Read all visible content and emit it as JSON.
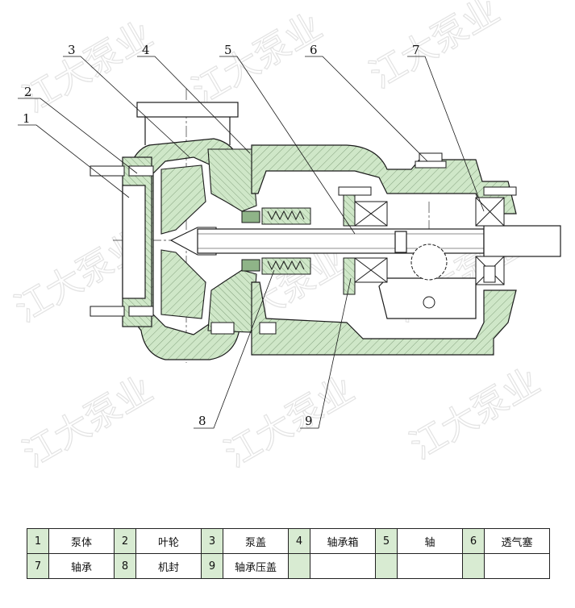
{
  "watermark": "江大泵业",
  "callouts": [
    "1",
    "2",
    "3",
    "4",
    "5",
    "6",
    "7",
    "8",
    "9"
  ],
  "parts_table": {
    "rows": [
      [
        {
          "no": "1",
          "name": "泵体"
        },
        {
          "no": "2",
          "name": "叶轮"
        },
        {
          "no": "3",
          "name": "泵盖"
        },
        {
          "no": "4",
          "name": "轴承箱"
        },
        {
          "no": "5",
          "name": "轴"
        },
        {
          "no": "6",
          "name": "透气塞"
        }
      ],
      [
        {
          "no": "7",
          "name": "轴承"
        },
        {
          "no": "8",
          "name": "机封"
        },
        {
          "no": "9",
          "name": "轴承压盖"
        },
        {
          "no": "",
          "name": ""
        },
        {
          "no": "",
          "name": ""
        },
        {
          "no": "",
          "name": ""
        }
      ]
    ]
  },
  "colors": {
    "section_fill": "#cfe7c8",
    "hatch": "#6f8f6a",
    "outline": "#1a1a1a",
    "table_number_cell": "#d8ebd2"
  }
}
